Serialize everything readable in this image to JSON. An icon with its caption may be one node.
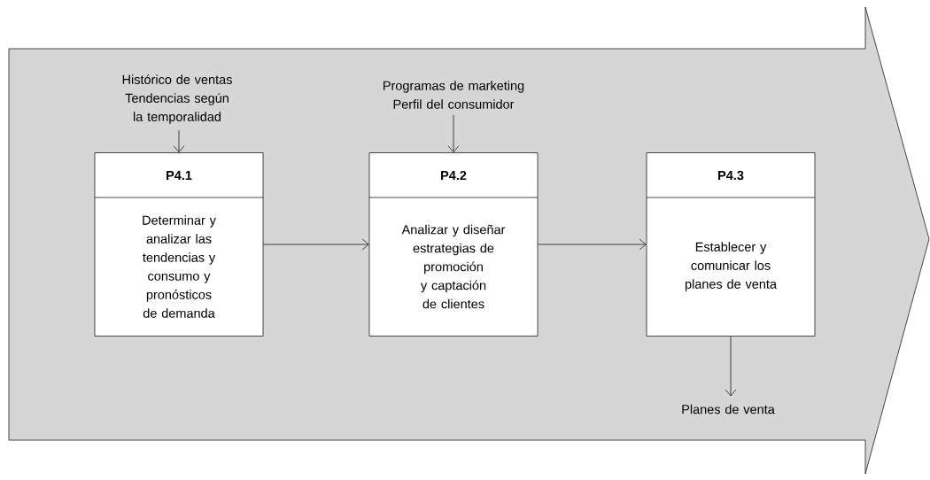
{
  "diagram": {
    "nodes": [
      {
        "text": [
          "Histórico de ventas",
          "Tendencias según la temporalidad"
        ]
      },
      {
        "text": [
          "P4.1",
          "Determinar y analizar las tendencias y consumo y pronósticos de demanda"
        ]
      },
      {
        "text": [
          "Programas de marketing",
          "Perfil del consumidor"
        ]
      },
      {
        "text": [
          "P4.2",
          "Analizar y diseñar estrategias de promoción y captación de clientes"
        ]
      },
      {
        "text": [
          "P4.3",
          "Establecer y comunicar los planes de venta"
        ]
      },
      {
        "text": [
          "Planes de venta"
        ]
      }
    ],
    "edges": [
      {
        "from": 0,
        "to": 1,
        "arrow": "to"
      },
      {
        "from": 2,
        "to": 3,
        "arrow": "to"
      },
      {
        "from": 1,
        "to": 3,
        "arrow": "to"
      },
      {
        "from": 3,
        "to": 4,
        "arrow": "to"
      },
      {
        "from": 4,
        "to": 5,
        "arrow": "to"
      }
    ]
  }
}
